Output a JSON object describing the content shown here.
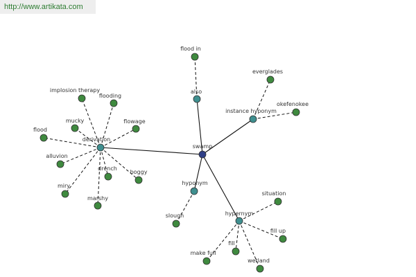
{
  "header": {
    "url": "http://www.artikata.com"
  },
  "colors": {
    "center": "#2f3f87",
    "relation": "#3f8f8f",
    "leaf": "#3f8a3f",
    "edge": "#111111"
  },
  "graph": {
    "nodes": [
      {
        "id": "swamp",
        "label": "swamp",
        "type": "center"
      },
      {
        "id": "derivation",
        "label": "derivation",
        "type": "relation"
      },
      {
        "id": "also",
        "label": "also",
        "type": "relation"
      },
      {
        "id": "instance_hyponym",
        "label": "instance hyponym",
        "type": "relation"
      },
      {
        "id": "hyponym",
        "label": "hyponym",
        "type": "relation"
      },
      {
        "id": "hypernym",
        "label": "hypernym",
        "type": "relation"
      },
      {
        "id": "flood_in",
        "label": "flood in",
        "type": "leaf"
      },
      {
        "id": "everglades",
        "label": "everglades",
        "type": "leaf"
      },
      {
        "id": "okefenokee",
        "label": "okefenokee",
        "type": "leaf"
      },
      {
        "id": "implosion_therapy",
        "label": "implosion therapy",
        "type": "leaf"
      },
      {
        "id": "flooding",
        "label": "flooding",
        "type": "leaf"
      },
      {
        "id": "mucky",
        "label": "mucky",
        "type": "leaf"
      },
      {
        "id": "flowage",
        "label": "flowage",
        "type": "leaf"
      },
      {
        "id": "flood",
        "label": "flood",
        "type": "leaf"
      },
      {
        "id": "alluvion",
        "label": "alluvion",
        "type": "leaf"
      },
      {
        "id": "drench",
        "label": "drench",
        "type": "leaf"
      },
      {
        "id": "boggy",
        "label": "boggy",
        "type": "leaf"
      },
      {
        "id": "miry",
        "label": "miry",
        "type": "leaf"
      },
      {
        "id": "marshy",
        "label": "marshy",
        "type": "leaf"
      },
      {
        "id": "slough",
        "label": "slough",
        "type": "leaf"
      },
      {
        "id": "situation",
        "label": "situation",
        "type": "leaf"
      },
      {
        "id": "fill_up",
        "label": "fill up",
        "type": "leaf"
      },
      {
        "id": "make_full",
        "label": "make full",
        "type": "leaf"
      },
      {
        "id": "fill",
        "label": "fill",
        "type": "leaf"
      },
      {
        "id": "wetland",
        "label": "wetland",
        "type": "leaf"
      }
    ],
    "edges": [
      {
        "from": "swamp",
        "to": "derivation",
        "style": "solid"
      },
      {
        "from": "swamp",
        "to": "also",
        "style": "solid"
      },
      {
        "from": "swamp",
        "to": "instance_hyponym",
        "style": "solid"
      },
      {
        "from": "swamp",
        "to": "hyponym",
        "style": "solid"
      },
      {
        "from": "swamp",
        "to": "hypernym",
        "style": "solid"
      },
      {
        "from": "also",
        "to": "flood_in",
        "style": "dashed"
      },
      {
        "from": "instance_hyponym",
        "to": "everglades",
        "style": "dashed"
      },
      {
        "from": "instance_hyponym",
        "to": "okefenokee",
        "style": "dashed"
      },
      {
        "from": "derivation",
        "to": "implosion_therapy",
        "style": "dashed"
      },
      {
        "from": "derivation",
        "to": "flooding",
        "style": "dashed"
      },
      {
        "from": "derivation",
        "to": "mucky",
        "style": "dashed"
      },
      {
        "from": "derivation",
        "to": "flowage",
        "style": "dashed"
      },
      {
        "from": "derivation",
        "to": "flood",
        "style": "dashed"
      },
      {
        "from": "derivation",
        "to": "alluvion",
        "style": "dashed"
      },
      {
        "from": "derivation",
        "to": "drench",
        "style": "dashed"
      },
      {
        "from": "derivation",
        "to": "boggy",
        "style": "dashed"
      },
      {
        "from": "derivation",
        "to": "miry",
        "style": "dashed"
      },
      {
        "from": "derivation",
        "to": "marshy",
        "style": "dashed"
      },
      {
        "from": "hyponym",
        "to": "slough",
        "style": "dashed"
      },
      {
        "from": "hypernym",
        "to": "situation",
        "style": "dashed"
      },
      {
        "from": "hypernym",
        "to": "fill_up",
        "style": "dashed"
      },
      {
        "from": "hypernym",
        "to": "make_full",
        "style": "dashed"
      },
      {
        "from": "hypernym",
        "to": "fill",
        "style": "dashed"
      },
      {
        "from": "hypernym",
        "to": "wetland",
        "style": "dashed"
      }
    ]
  }
}
